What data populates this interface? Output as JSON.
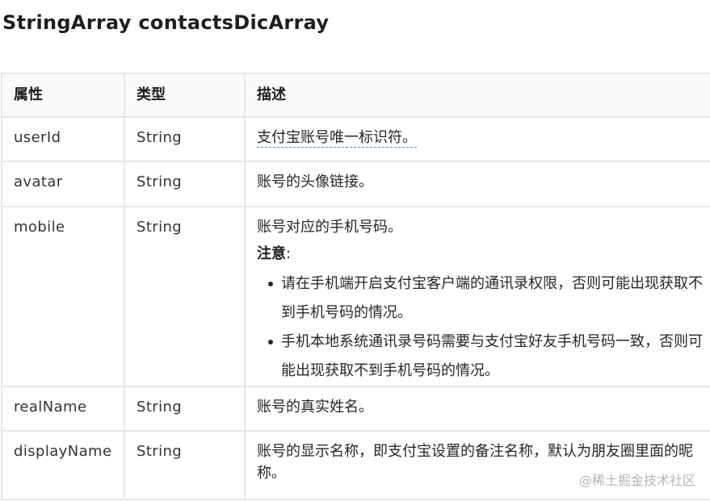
{
  "title": "StringArray contactsDicArray",
  "table": {
    "headers": [
      "属性",
      "类型",
      "描述"
    ],
    "rows": [
      {
        "name": "userId",
        "type": "String",
        "desc": "支付宝账号唯一标识符。"
      },
      {
        "name": "avatar",
        "type": "String",
        "desc": "账号的头像链接。"
      },
      {
        "name": "mobile",
        "type": "String",
        "desc": "账号对应的手机号码。",
        "note_label": "注意",
        "note_colon": ":",
        "bullets": [
          "请在手机端开启支付宝客户端的通讯录权限，否则可能出现获取不到手机号码的情况。",
          "手机本地系统通讯录号码需要与支付宝好友手机号码一致，否则可能出现获取不到手机号码的情况。"
        ]
      },
      {
        "name": "realName",
        "type": "String",
        "desc": "账号的真实姓名。"
      },
      {
        "name": "displayName",
        "type": "String",
        "desc": "账号的显示名称，即支付宝设置的备注名称，默认为朋友圈里面的昵称。"
      }
    ]
  },
  "watermark": "@稀土掘金技术社区"
}
